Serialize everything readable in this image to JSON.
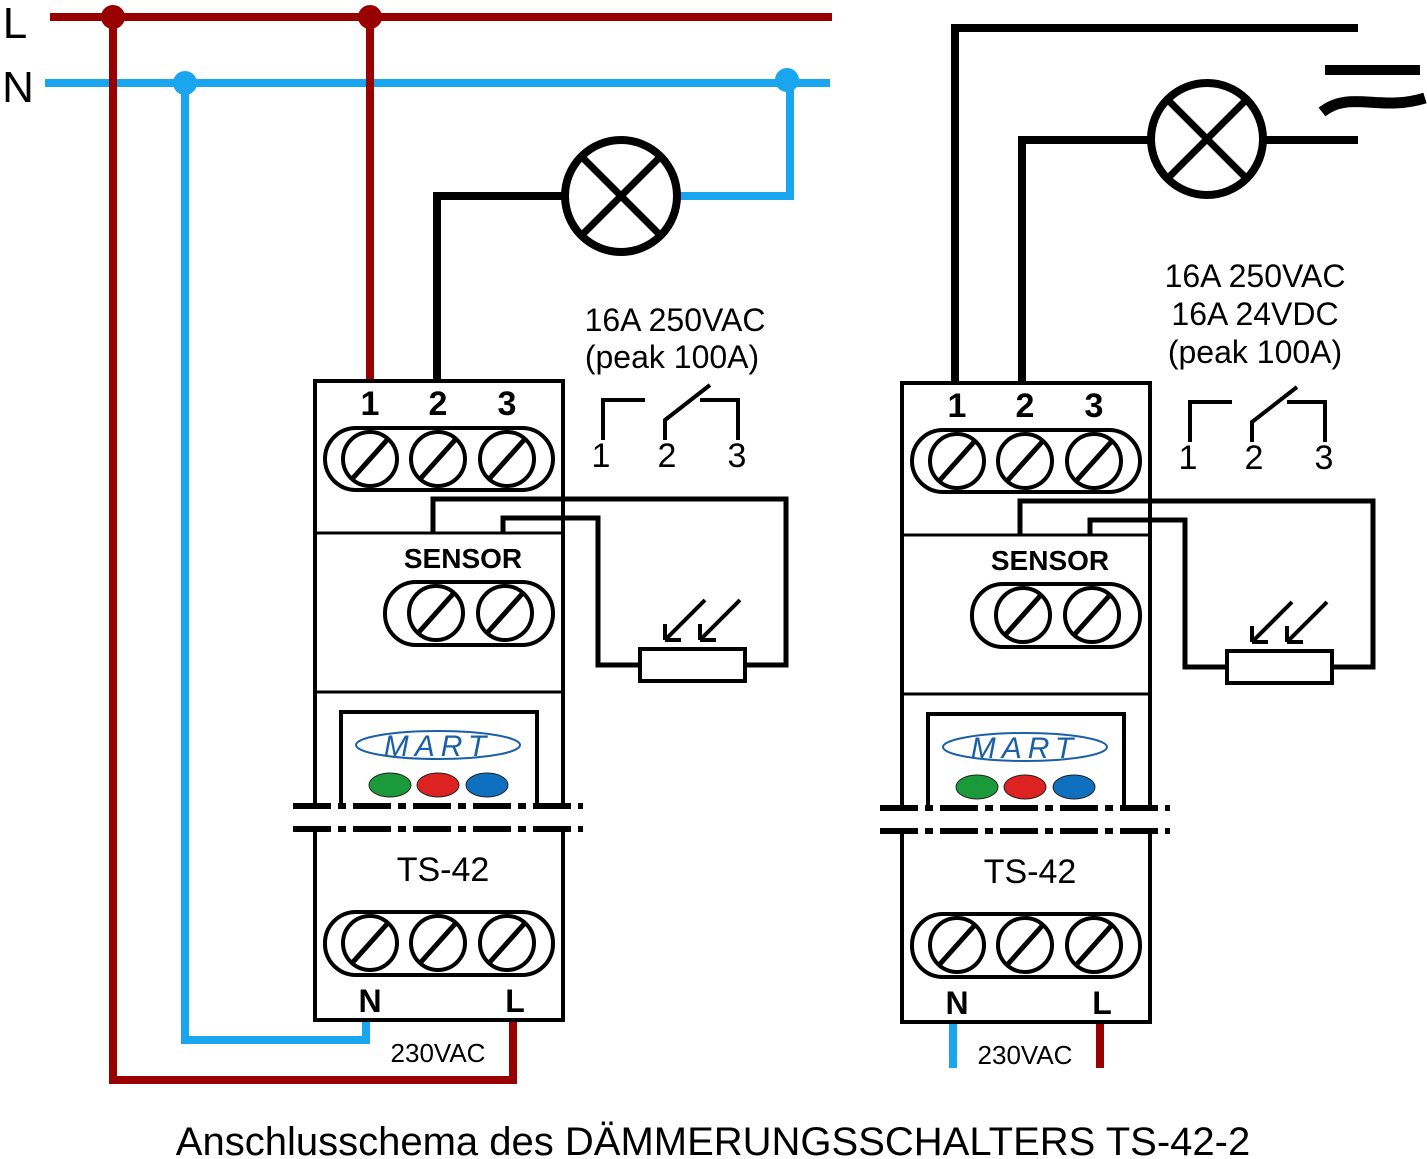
{
  "lines": {
    "L": "L",
    "N": "N"
  },
  "colors": {
    "live": "#990000",
    "neutral": "#19a6ef",
    "load": "#000000",
    "led_green": "#1a9a3a",
    "led_red": "#dd2222",
    "led_blue": "#1070c0",
    "logo": "#1a5fa8"
  },
  "modules": [
    {
      "terminal_top": [
        "1",
        "2",
        "3"
      ],
      "sensor_label": "SENSOR",
      "logo": "MART",
      "model": "TS-42",
      "terminal_bottom": [
        "N",
        "L"
      ],
      "supply": "230VAC",
      "rating": [
        "16A 250VAC",
        "(peak 100A)"
      ],
      "contact_labels": [
        "1",
        "2",
        "3"
      ]
    },
    {
      "terminal_top": [
        "1",
        "2",
        "3"
      ],
      "sensor_label": "SENSOR",
      "logo": "MART",
      "model": "TS-42",
      "terminal_bottom": [
        "N",
        "L"
      ],
      "supply": "230VAC",
      "rating": [
        "16A 250VAC",
        "16A 24VDC",
        "(peak 100A)"
      ],
      "contact_labels": [
        "1",
        "2",
        "3"
      ]
    }
  ],
  "caption": "Anschlusschema des DÄMMERUNGSSCHALTERS TS-42-2"
}
